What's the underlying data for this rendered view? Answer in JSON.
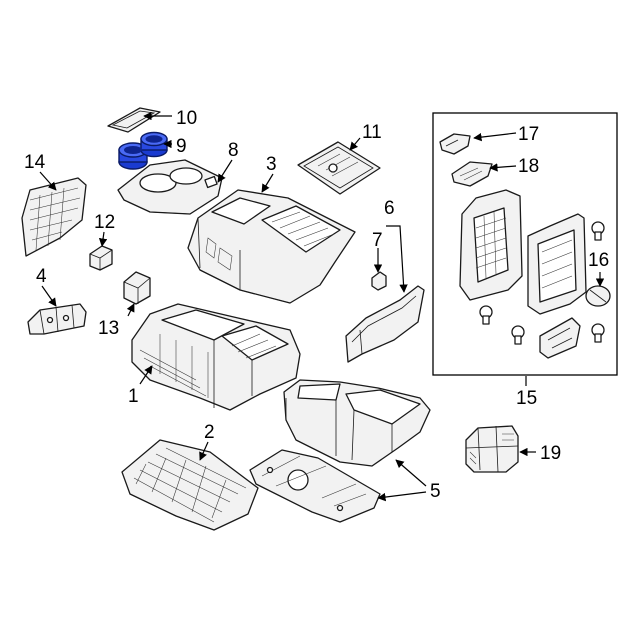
{
  "callouts": [
    {
      "id": "1",
      "label": "1"
    },
    {
      "id": "2",
      "label": "2"
    },
    {
      "id": "3",
      "label": "3"
    },
    {
      "id": "4",
      "label": "4"
    },
    {
      "id": "5",
      "label": "5"
    },
    {
      "id": "6",
      "label": "6"
    },
    {
      "id": "7",
      "label": "7"
    },
    {
      "id": "8",
      "label": "8"
    },
    {
      "id": "9",
      "label": "9"
    },
    {
      "id": "10",
      "label": "10"
    },
    {
      "id": "11",
      "label": "11"
    },
    {
      "id": "12",
      "label": "12"
    },
    {
      "id": "13",
      "label": "13"
    },
    {
      "id": "14",
      "label": "14"
    },
    {
      "id": "15",
      "label": "15"
    },
    {
      "id": "16",
      "label": "16"
    },
    {
      "id": "17",
      "label": "17"
    },
    {
      "id": "18",
      "label": "18"
    },
    {
      "id": "19",
      "label": "19"
    }
  ],
  "colors": {
    "highlight_part": "#1a3bd1",
    "part_fill": "#f2f2f2",
    "line": "#1a1a1a"
  }
}
